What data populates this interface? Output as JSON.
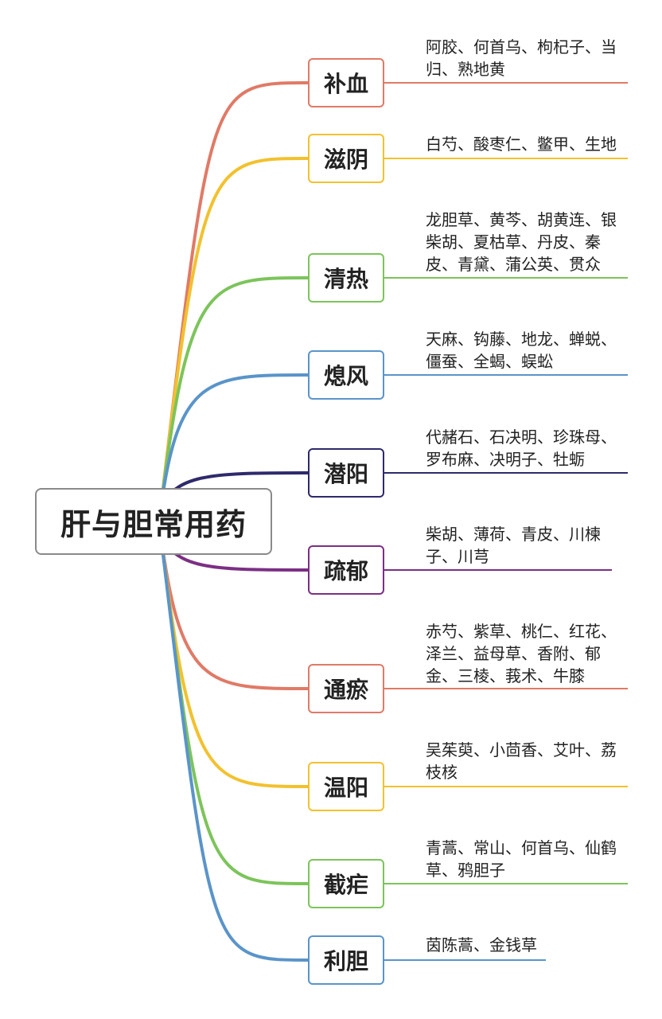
{
  "root": {
    "label": "肝与胆常用药"
  },
  "branches": [
    {
      "label": "补血",
      "color": "#e07a66",
      "herbs": "阿胶、何首乌、枸杞子、当归、熟地黄"
    },
    {
      "label": "滋阴",
      "color": "#f2c12e",
      "herbs": "白芍、酸枣仁、鳖甲、生地"
    },
    {
      "label": "清热",
      "color": "#7cc45b",
      "herbs": "龙胆草、黄芩、胡黄连、银柴胡、夏枯草、丹皮、秦皮、青黛、蒲公英、贯众"
    },
    {
      "label": "熄风",
      "color": "#5a94c9",
      "herbs": "天麻、钩藤、地龙、蝉蜕、僵蚕、全蝎、蜈蚣"
    },
    {
      "label": "潜阳",
      "color": "#2e2a6b",
      "herbs": "代赭石、石决明、珍珠母、罗布麻、决明子、牡蛎"
    },
    {
      "label": "疏郁",
      "color": "#7b2f84",
      "herbs": "柴胡、薄荷、青皮、川楝子、川芎"
    },
    {
      "label": "通瘀",
      "color": "#e07a66",
      "herbs": "赤芍、紫草、桃仁、红花、泽兰、益母草、香附、郁金、三棱、莪术、牛膝"
    },
    {
      "label": "温阳",
      "color": "#f2c12e",
      "herbs": "吴茱萸、小茴香、艾叶、荔枝核"
    },
    {
      "label": "截疟",
      "color": "#7cc45b",
      "herbs": "青蒿、常山、何首乌、仙鹤草、鸦胆子"
    },
    {
      "label": "利胆",
      "color": "#5a94c9",
      "herbs": "茵陈蒿、金钱草"
    }
  ]
}
